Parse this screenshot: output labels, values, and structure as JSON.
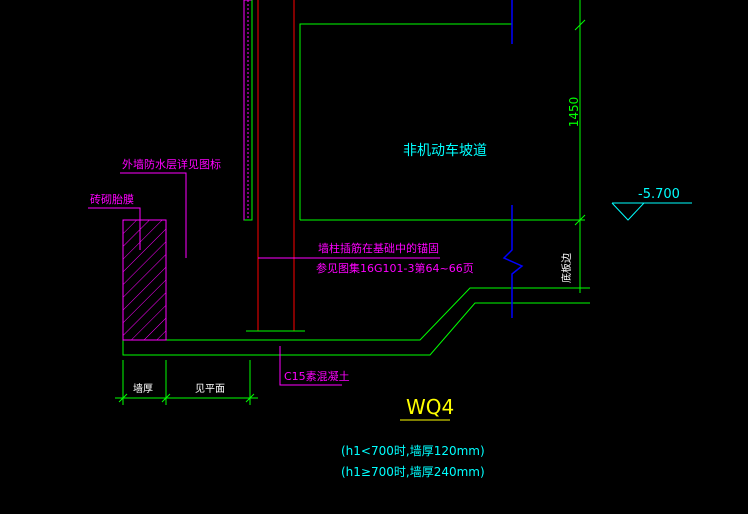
{
  "labels": {
    "ramp": "非机动车坡道",
    "dimension": "1450",
    "elevation": "-5.700",
    "waterproof": "外墙防水层详见图标",
    "brick_wall": "砖砌胎膜",
    "anchorage_line1": "墙柱插筋在基础中的锚固",
    "anchorage_line2": "参见图集16G101-3第64~66页",
    "bottom_note": "底板边",
    "concrete": "C15素混凝土",
    "wall_thickness": "墙厚",
    "width": "见平面",
    "title": "WQ4",
    "note_line1": "(h1<700时,墙厚120mm)",
    "note_line2": "(h1≥700时,墙厚240mm)"
  },
  "colors": {
    "background": "#000000",
    "green": "#00ff00",
    "magenta": "#ff00ff",
    "red": "#ff0000",
    "blue": "#0000ff",
    "white": "#ffffff",
    "cyan": "#00ffff",
    "yellow": "#ffff00"
  }
}
